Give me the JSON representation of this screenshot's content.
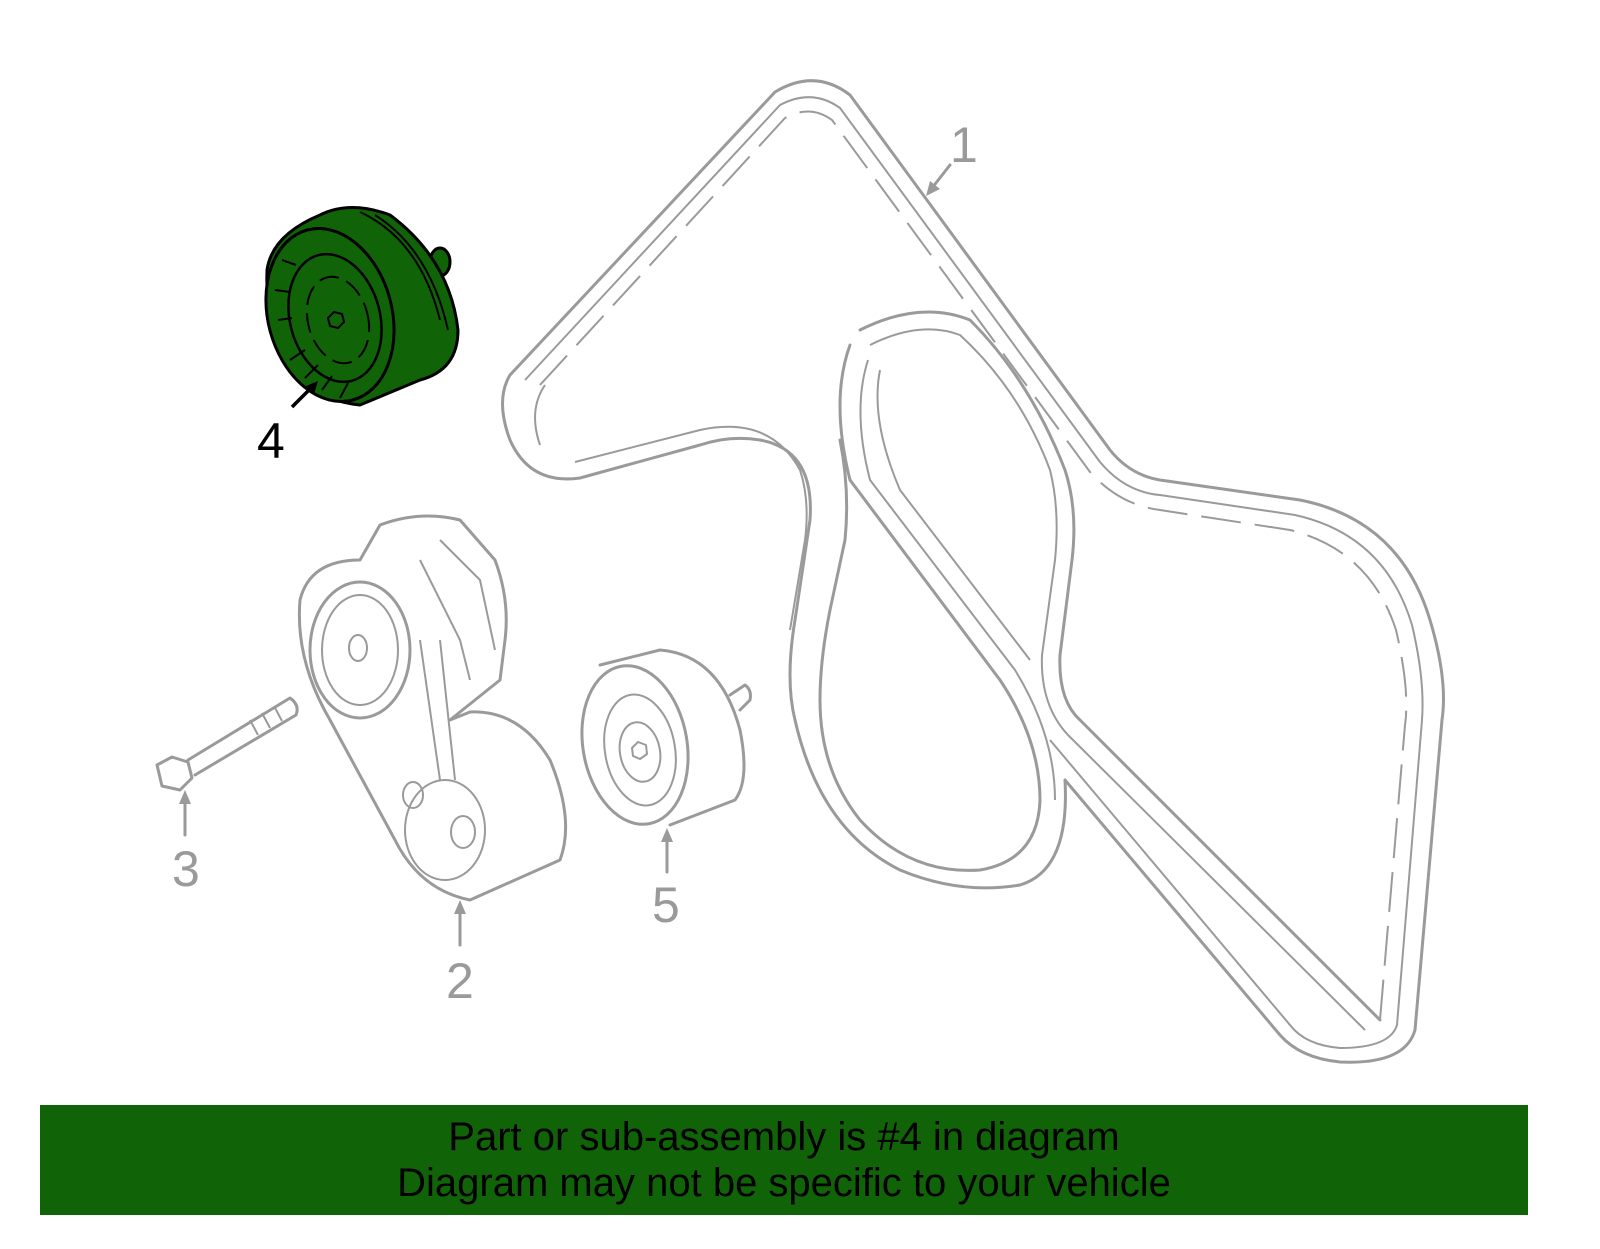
{
  "diagram": {
    "callouts": [
      {
        "number": "1",
        "highlighted": false
      },
      {
        "number": "2",
        "highlighted": false
      },
      {
        "number": "3",
        "highlighted": false
      },
      {
        "number": "4",
        "highlighted": true
      },
      {
        "number": "5",
        "highlighted": false
      }
    ],
    "colors": {
      "highlight": "#116307",
      "outline": "#9a9a9a",
      "banner": "#116307"
    }
  },
  "banner": {
    "line1": "Part or sub-assembly is #4 in diagram",
    "line2": "Diagram may not be specific to your vehicle"
  }
}
